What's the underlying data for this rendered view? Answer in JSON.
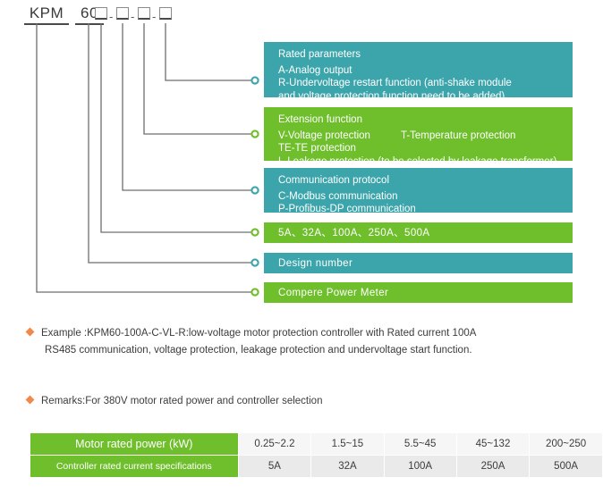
{
  "model_code": {
    "prefix": "KPM",
    "series": "60",
    "separator": "-",
    "placeholder_count": 4
  },
  "colors": {
    "teal": "#3ba5ab",
    "green": "#6fbe2c",
    "bullet_orange": "#ef8a4c",
    "line_gray": "#6e6e6e",
    "cell_light": "#f6f6f6",
    "cell_dark": "#eaeaea"
  },
  "callouts": [
    {
      "id": "rated",
      "color": "teal",
      "title": "Rated parameters",
      "lines": [
        "A-Analog output",
        "R-Undervoltage restart function (anti-shake module",
        "and voltage protection function need to be added)"
      ]
    },
    {
      "id": "extension",
      "color": "green",
      "title": "Extension function",
      "line_a": "V-Voltage protection",
      "line_b": "T-Temperature protection",
      "lines": [
        "TE-TE protection",
        "L-Leakage protection (to be selected by leakage transformer)"
      ]
    },
    {
      "id": "comm",
      "color": "teal",
      "title": "Communication protocol",
      "lines": [
        "C-Modbus communication",
        "P-Profibus-DP communication"
      ]
    },
    {
      "id": "current",
      "color": "green",
      "title": "5A、32A、100A、250A、500A",
      "lines": []
    },
    {
      "id": "design",
      "color": "teal",
      "title": "Design number",
      "lines": []
    },
    {
      "id": "brand",
      "color": "green",
      "title": "Compere  Power  Meter",
      "lines": []
    }
  ],
  "notes": {
    "example": {
      "line1": "Example :KPM60-100A-C-VL-R:low-voltage motor protection controller with Rated current 100A",
      "line2": "RS485 communication, voltage protection, leakage protection and undervoltage start function."
    },
    "remarks": {
      "line1": "Remarks:For 380V motor rated power and controller selection"
    }
  },
  "spec_table": {
    "rows": [
      {
        "label": "Motor rated power (kW)",
        "values": [
          "0.25~2.2",
          "1.5~15",
          "5.5~45",
          "45~132",
          "200~250"
        ]
      },
      {
        "label": "Controller rated current specifications",
        "values": [
          "5A",
          "32A",
          "100A",
          "250A",
          "500A"
        ]
      }
    ]
  }
}
